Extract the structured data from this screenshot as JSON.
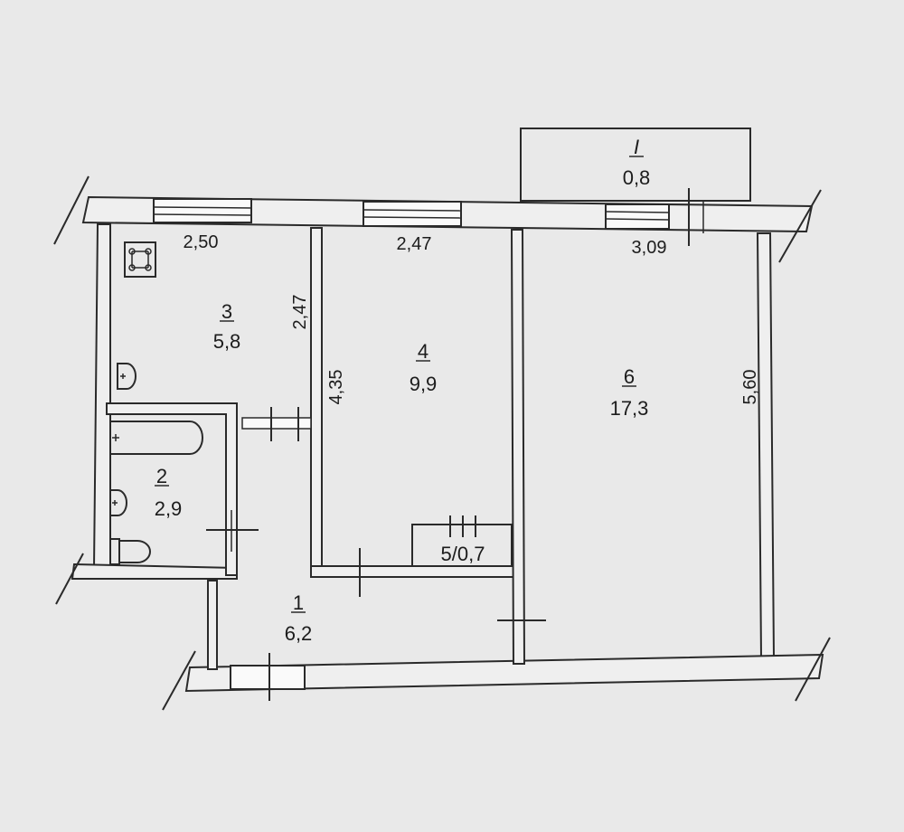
{
  "rooms": [
    {
      "key": "r1",
      "number": "1",
      "area": "6,2"
    },
    {
      "key": "r2",
      "number": "2",
      "area": "2,9"
    },
    {
      "key": "r3",
      "number": "3",
      "area": "5,8"
    },
    {
      "key": "r4",
      "number": "4",
      "area": "9,9"
    },
    {
      "key": "r5",
      "label": "5/0,7"
    },
    {
      "key": "r6",
      "number": "6",
      "area": "17,3"
    },
    {
      "key": "balcony",
      "number": "I",
      "area": "0,8"
    }
  ],
  "dimensions": {
    "room3_width": "2,50",
    "room3_height": "2,47",
    "room4_width": "2,47",
    "room4_height": "4,35",
    "room6_width": "3,09",
    "room6_height": "5,60"
  }
}
